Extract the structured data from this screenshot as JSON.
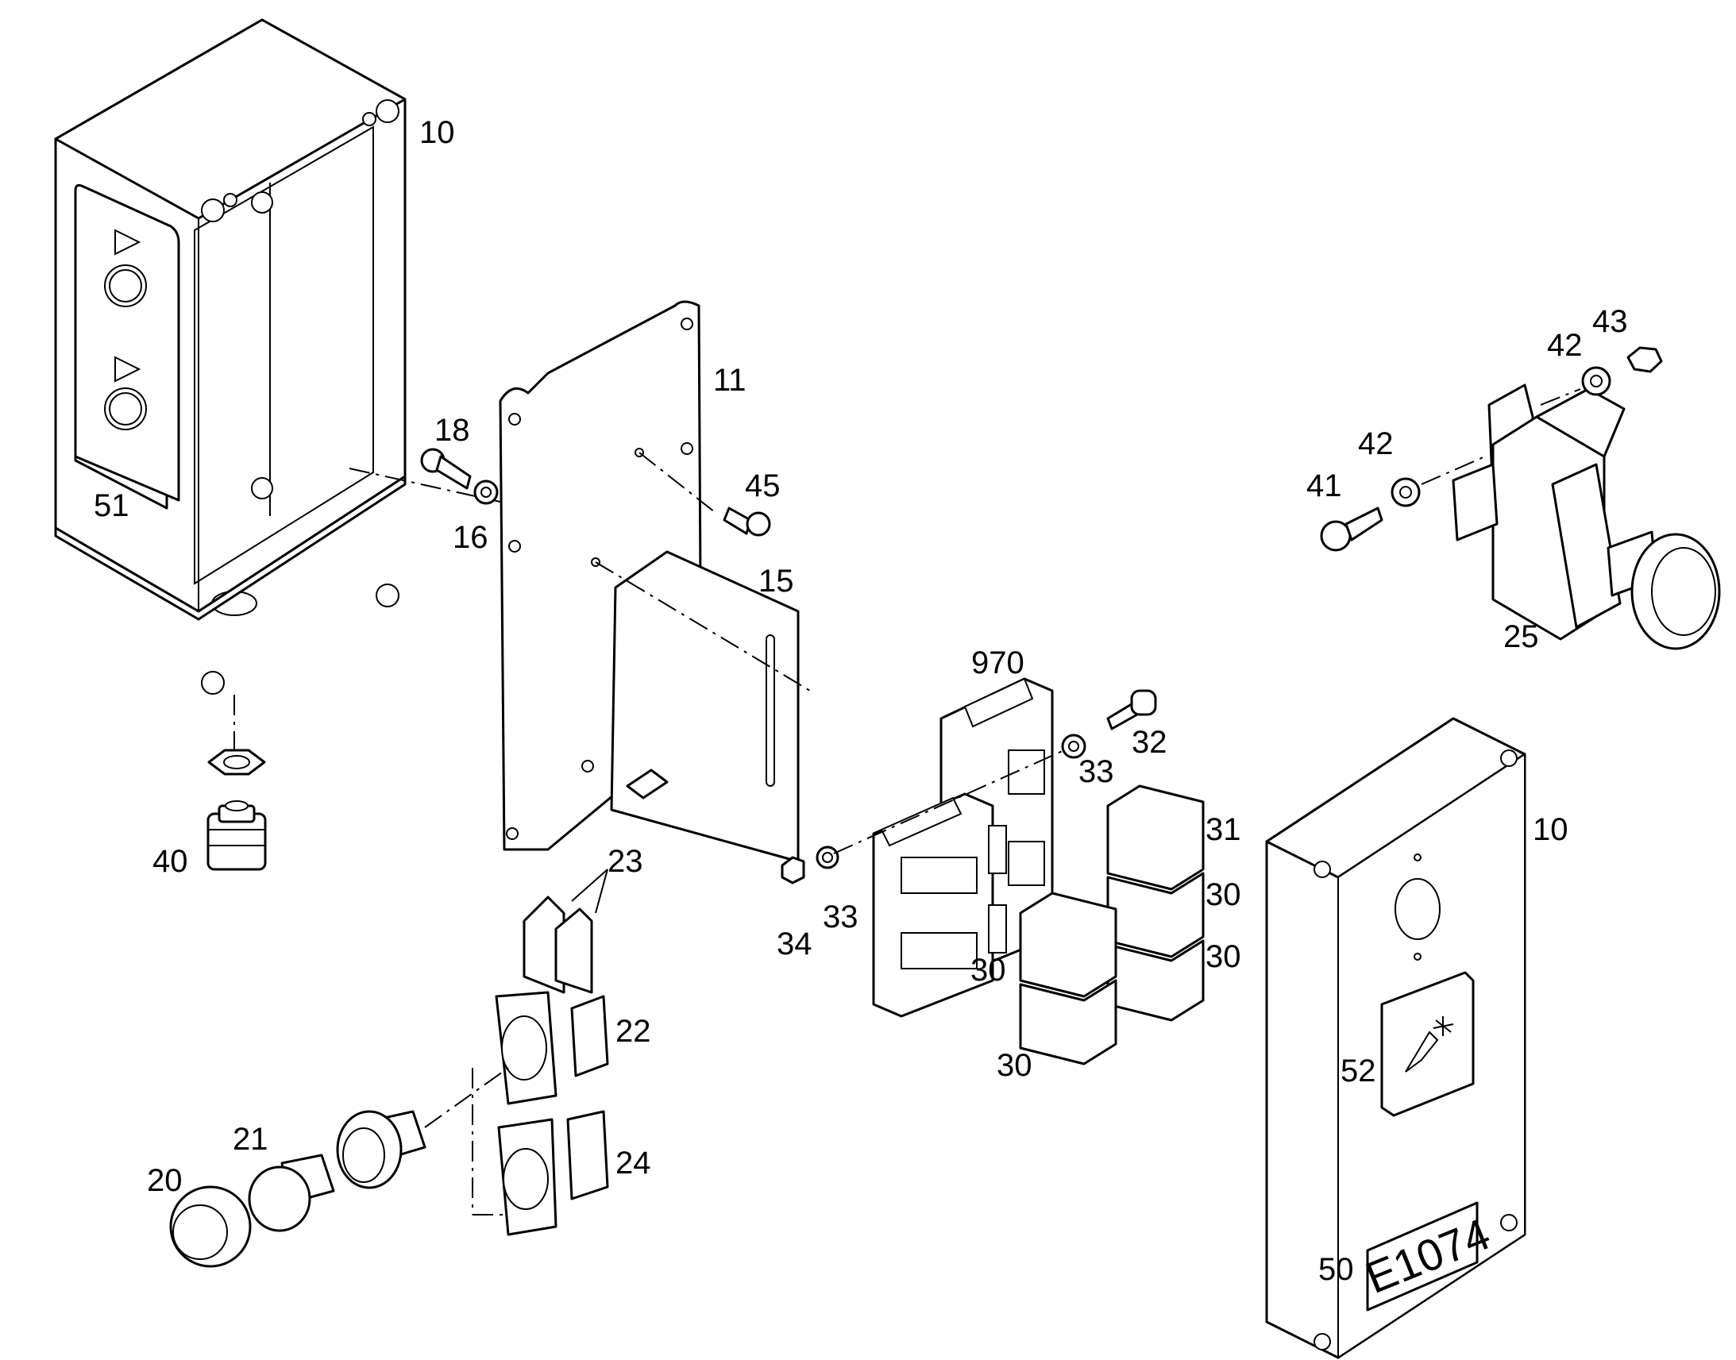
{
  "diagram": {
    "callouts": {
      "c10a": "10",
      "c51": "51",
      "c11": "11",
      "c18": "18",
      "c16": "16",
      "c45": "45",
      "c15": "15",
      "c40": "40",
      "c23": "23",
      "c22": "22",
      "c24": "24",
      "c21": "21",
      "c20": "20",
      "c970": "970",
      "c32": "32",
      "c33a": "33",
      "c34": "34",
      "c33b": "33",
      "c31": "31",
      "c30a": "30",
      "c30b": "30",
      "c30c": "30",
      "c30d": "30",
      "c10b": "10",
      "c52": "52",
      "c50": "50",
      "c41": "41",
      "c42a": "42",
      "c42b": "42",
      "c43": "43",
      "c25": "25"
    },
    "plate_text": "E1074"
  }
}
